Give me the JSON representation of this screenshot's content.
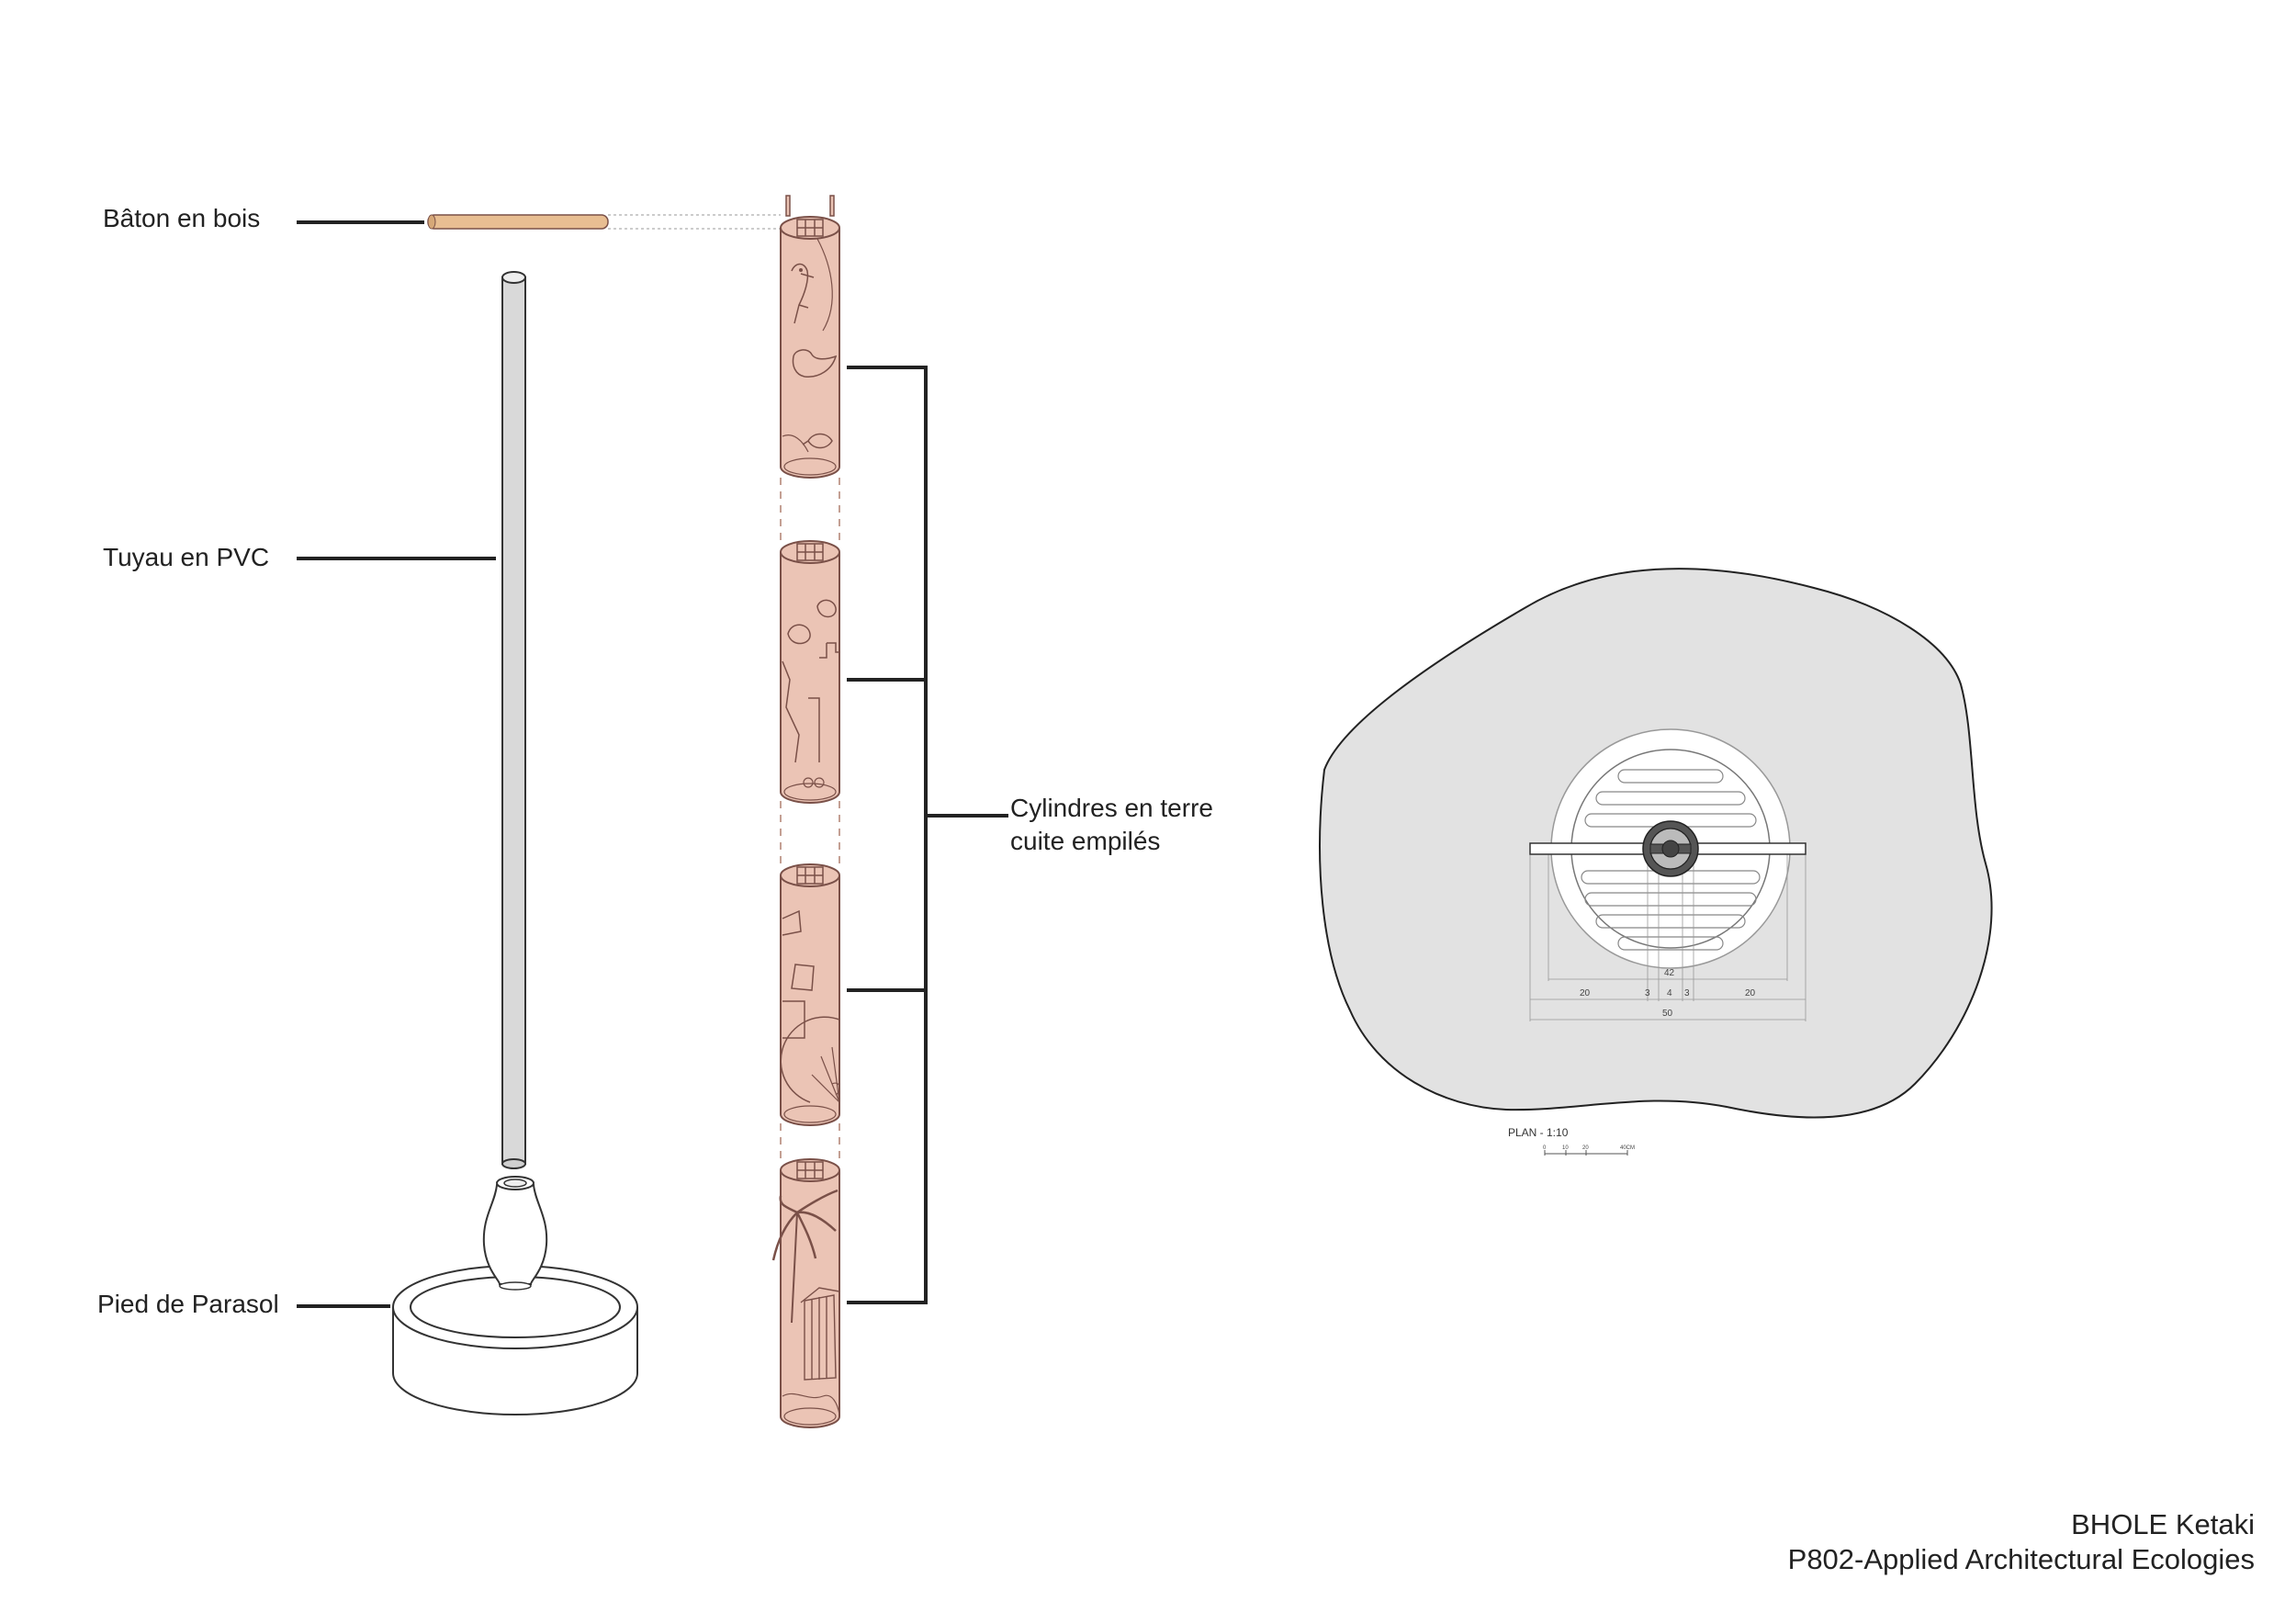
{
  "labels": {
    "baton": "Bâton en bois",
    "tuyau": "Tuyau en PVC",
    "pied": "Pied de Parasol",
    "cylindres_line1": "Cylindres en terre",
    "cylindres_line2": "cuite empilés"
  },
  "plan": {
    "title": "PLAN - 1:10",
    "dims": {
      "d42": "42",
      "d20_left": "20",
      "d3_left": "3",
      "d4": "4",
      "d3_right": "3",
      "d20_right": "20",
      "d50": "50"
    },
    "scale_ticks": [
      "0",
      "10",
      "20",
      "40CM"
    ]
  },
  "credits": {
    "author": "BHOLE Ketaki",
    "course": "P802-Applied Architectural Ecologies"
  },
  "colors": {
    "terracotta": "#ebc4b5",
    "terracotta_line": "#7a5048",
    "wood": "#e8be92",
    "pvc": "#d9d9d9",
    "blob": "#e2e2e2",
    "ink": "#222222"
  }
}
